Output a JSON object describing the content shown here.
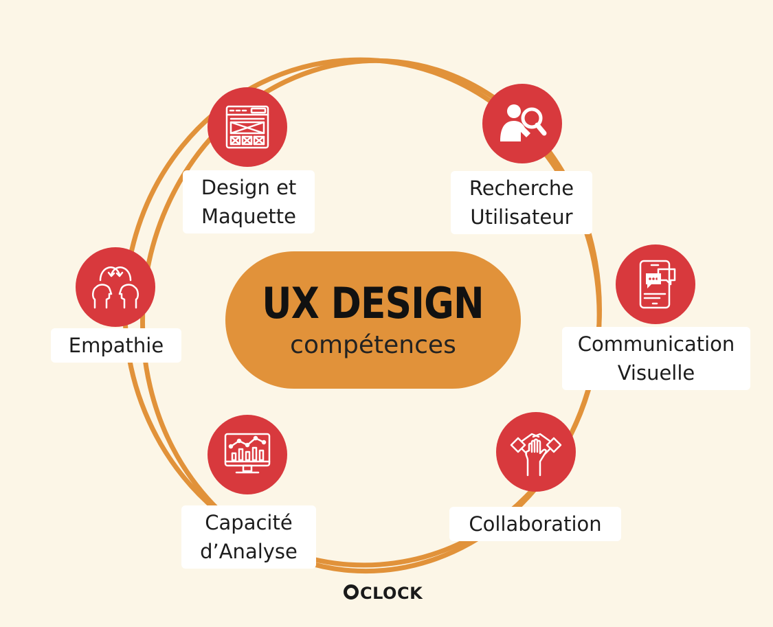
{
  "center": {
    "title": "UX DESIGN",
    "subtitle": "compétences"
  },
  "skills": [
    {
      "id": "design",
      "icon": "wireframe-browser-icon",
      "lines": [
        "Design et",
        "Maquette"
      ]
    },
    {
      "id": "recherche",
      "icon": "user-research-magnifier-icon",
      "lines": [
        "Recherche",
        "Utilisateur"
      ]
    },
    {
      "id": "empathie",
      "icon": "two-heads-exchange-icon",
      "lines": [
        "Empathie"
      ]
    },
    {
      "id": "communication",
      "icon": "phone-chat-bubbles-icon",
      "lines": [
        "Communication",
        "Visuelle"
      ]
    },
    {
      "id": "analyse",
      "icon": "monitor-chart-icon",
      "lines": [
        "Capacité",
        "d’Analyse"
      ]
    },
    {
      "id": "collaboration",
      "icon": "joined-hands-icon",
      "lines": [
        "Collaboration"
      ]
    }
  ],
  "brand": {
    "name": "CLOCK",
    "prefix_letter": "O"
  },
  "colors": {
    "background": "#fcf6e7",
    "ring": "#e1923a",
    "center": "#e1923a",
    "icon_bg": "#d8393d",
    "label_bg": "#ffffff"
  }
}
